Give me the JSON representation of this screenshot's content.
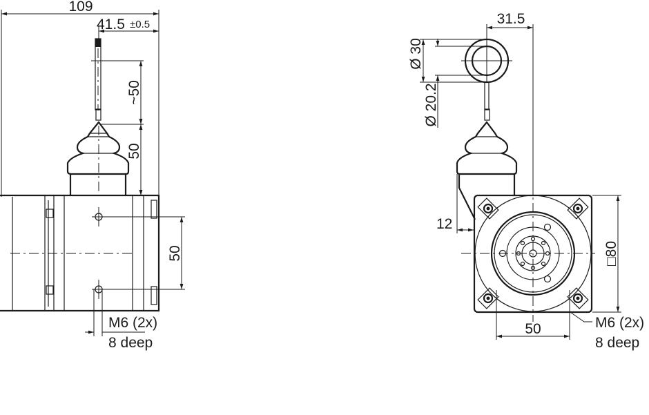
{
  "side_view": {
    "dim_overall_length": "109",
    "dim_cable_offset": "41.5",
    "dim_cable_offset_tolerance": "±0.5",
    "dim_cable_length": "~50",
    "dim_outlet_height": "50",
    "dim_hole_spacing": "50",
    "thread_label": "M6 (2x)",
    "thread_depth": "8 deep"
  },
  "front_view": {
    "dim_ring_offset": "31.5",
    "dim_ring_outer": "Ø 30",
    "dim_ring_inner": "Ø 20.2",
    "dim_outlet_offset": "12",
    "dim_square": "□80",
    "dim_hole_spacing": "50",
    "thread_label": "M6 (2x)",
    "thread_depth": "8 deep"
  }
}
